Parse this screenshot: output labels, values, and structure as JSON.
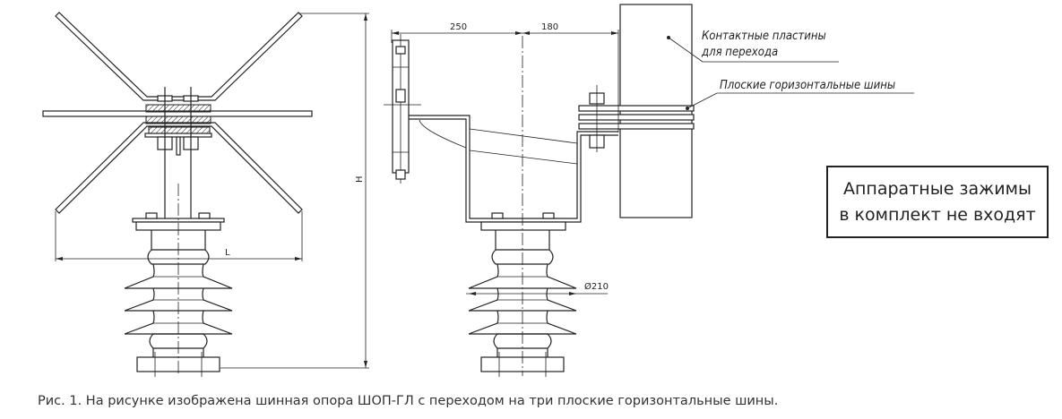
{
  "figure": {
    "dimensions": {
      "h": "H",
      "l": "L",
      "d250": "250",
      "d180": "180",
      "diameter": "Ø210"
    },
    "labels": {
      "contact_plates_line1": "Контактные пластины",
      "contact_plates_line2": "для перехода",
      "flat_buses": "Плоские горизонтальные шины"
    }
  },
  "note": {
    "line1": "Аппаратные зажимы",
    "line2": "в комплект не входят"
  },
  "caption": "Рис. 1. На рисунке изображена шинная опора ШОП-ГЛ с переходом на три плоские горизонтальные шины."
}
